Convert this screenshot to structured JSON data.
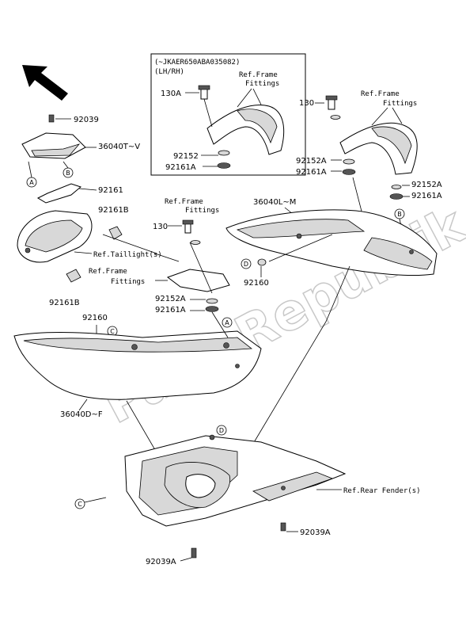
{
  "inset": {
    "line1": "(~JKAER650ABA035082)",
    "line2": "(LH/RH)",
    "ref_frame_line1": "Ref.Frame",
    "ref_frame_line2": "Fittings",
    "part_130A": "130A",
    "part_92152": "92152",
    "part_92161A": "92161A"
  },
  "labels": {
    "p92039": "92039",
    "p36040T_V": "36040T~V",
    "p92161": "92161",
    "p92161B_top": "92161B",
    "ref_taillight": "Ref.Taillight(s)",
    "ref_frame_mid_1": "Ref.Frame",
    "ref_frame_mid_2": "Fittings",
    "p92161B_left": "92161B",
    "p92160_left": "92160",
    "p36040D_F": "36040D~F",
    "ref_frame_center_1": "Ref.Frame",
    "ref_frame_center_2": "Fittings",
    "p130": "130",
    "p92152A_center": "92152A",
    "p92161A_center": "92161A",
    "p36040L_M": "36040L~M",
    "p92160_center": "92160",
    "p130_right": "130",
    "ref_frame_right_1": "Ref.Frame",
    "ref_frame_right_2": "Fittings",
    "p92152A_right": "92152A",
    "p92161A_right": "92161A",
    "p92152A_far": "92152A",
    "p92161A_far": "92161A",
    "ref_rear_fender": "Ref.Rear Fender(s)",
    "p92039A_right": "92039A",
    "p92039A_bottom": "92039A"
  },
  "callouts": {
    "A": "A",
    "B": "B",
    "C": "C",
    "D": "D"
  },
  "watermark": {
    "text": "PartsRepublik"
  },
  "icons": {
    "direction_arrow": "arrow-up-left-icon"
  }
}
